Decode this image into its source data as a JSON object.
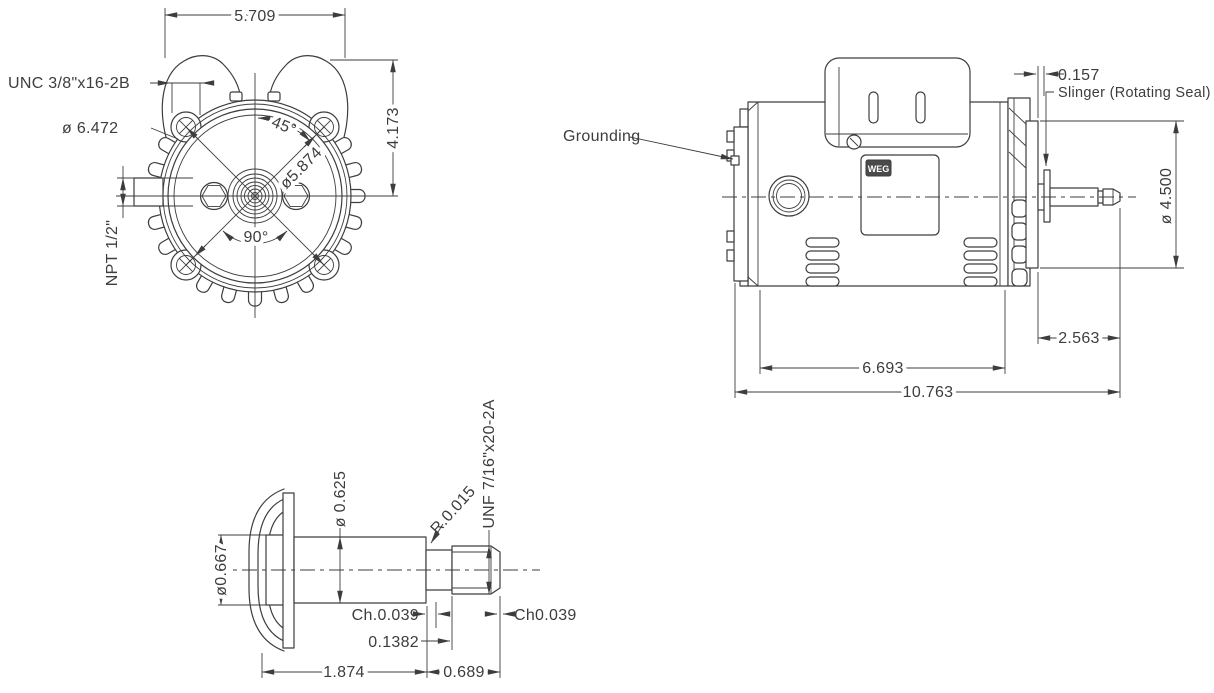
{
  "drawing_type": "motor-dimension-drawing",
  "colors": {
    "background": "#ffffff",
    "line": "#3d3d3d",
    "badge_fill": "#4a4a4a"
  },
  "front_view": {
    "width_dim": "5.709",
    "height_dim": "4.173",
    "bolt_thread_label": "UNC 3/8\"x16-2B",
    "bolt_circle_dia": "ø 6.472",
    "pilot_dia": "ø5.874",
    "angle_45": "45°",
    "angle_90": "90°",
    "conduit_label": "NPT 1/2\""
  },
  "side_view": {
    "grounding_label": "Grounding",
    "slinger_gap_dim": "0.157",
    "slinger_label": "Slinger (Rotating Seal)",
    "flange_dia": "ø 4.500",
    "shaft_extension_dim": "2.563",
    "frame_length_dim": "6.693",
    "overall_length_dim": "10.763",
    "brand": "WEG"
  },
  "shaft_view": {
    "shaft_dia": "ø 0.625",
    "hub_dia": "ø0.667",
    "fillet_radius": "R.0.015",
    "thread_label": "UNF 7/16\"x20-2A",
    "chamfer_left": "Ch.0.039",
    "relief_length": "0.1382",
    "shaft_length": "1.874",
    "thread_length": "0.689",
    "chamfer_right": "Ch0.039"
  }
}
